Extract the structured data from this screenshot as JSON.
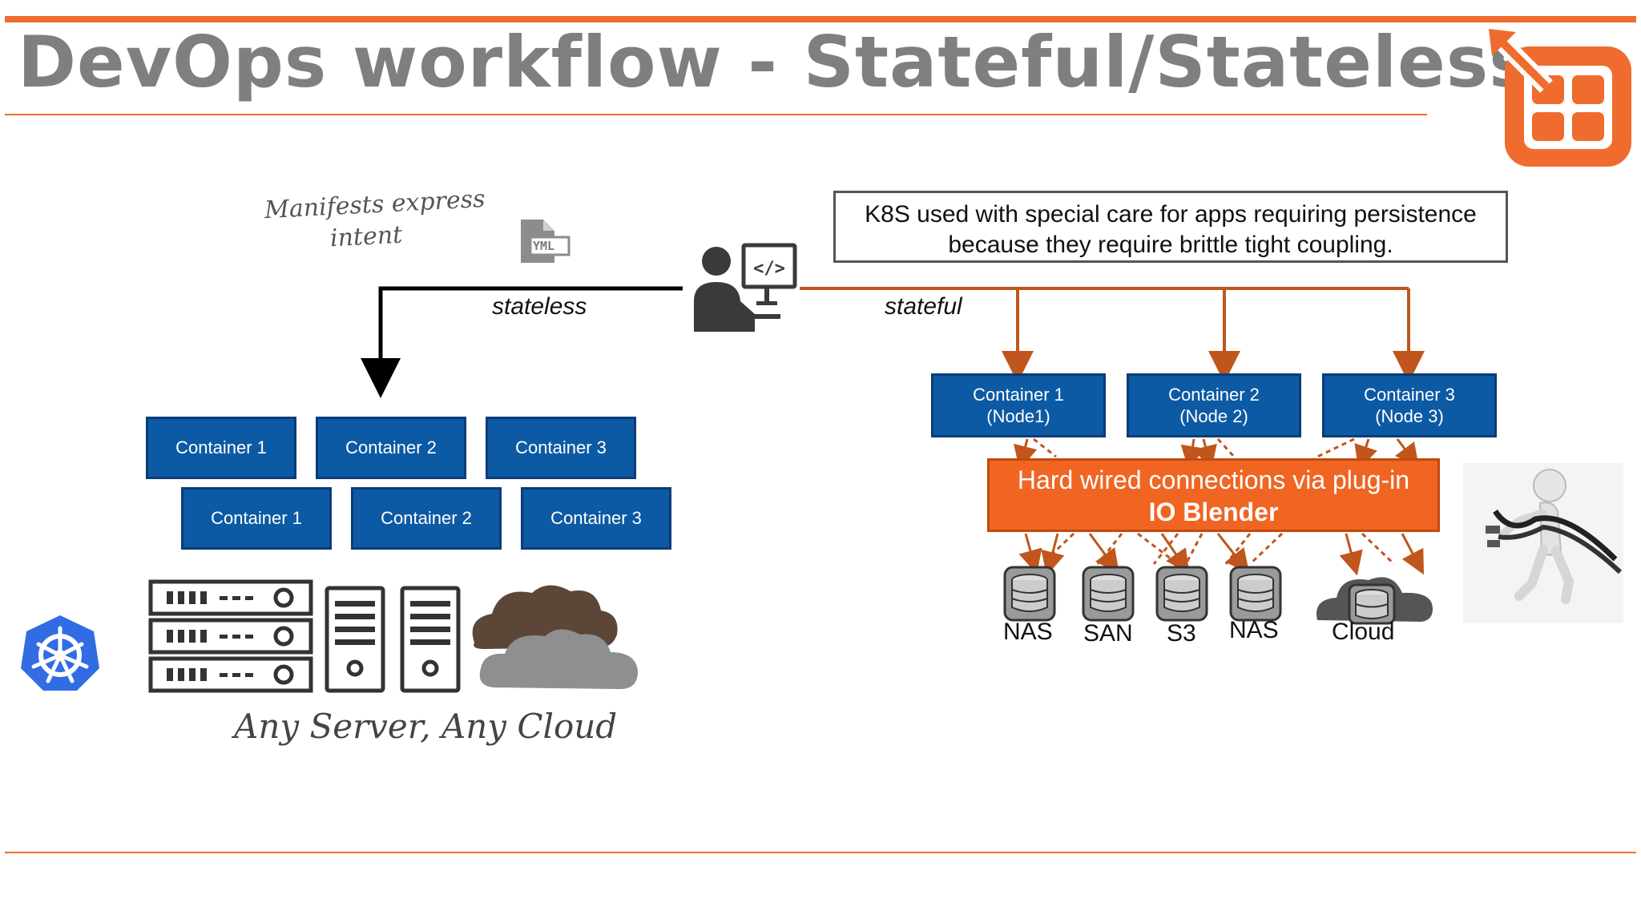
{
  "title": "DevOps workflow - Stateful/Stateless",
  "annotations": {
    "manifests_line1": "Manifests express",
    "manifests_line2": "intent",
    "yml_icon_text": "YML",
    "any_server": "Any Server, Any Cloud"
  },
  "flow": {
    "stateless_label": "stateless",
    "stateful_label": "stateful"
  },
  "note": {
    "line1": "K8S used with special care for apps requiring persistence",
    "line2": "because they require brittle tight coupling."
  },
  "stateless_containers": {
    "row1": [
      "Container 1",
      "Container 2",
      "Container 3"
    ],
    "row2": [
      "Container 1",
      "Container 2",
      "Container 3"
    ]
  },
  "stateful_containers": [
    {
      "line1": "Container 1",
      "line2": "(Node1)"
    },
    {
      "line1": "Container 2",
      "line2": "(Node 2)"
    },
    {
      "line1": "Container 3",
      "line2": "(Node 3)"
    }
  ],
  "blender": {
    "line1": "Hard wired connections via plug-in",
    "line2": "IO Blender"
  },
  "storage": [
    "NAS",
    "SAN",
    "S3",
    "NAS",
    "Cloud"
  ],
  "colors": {
    "accent": "#ef6c2e",
    "container_blue": "#0d5aa4",
    "blender_orange": "#f06522",
    "title_gray": "#7f7f7f",
    "k8s_blue": "#326ce5"
  }
}
